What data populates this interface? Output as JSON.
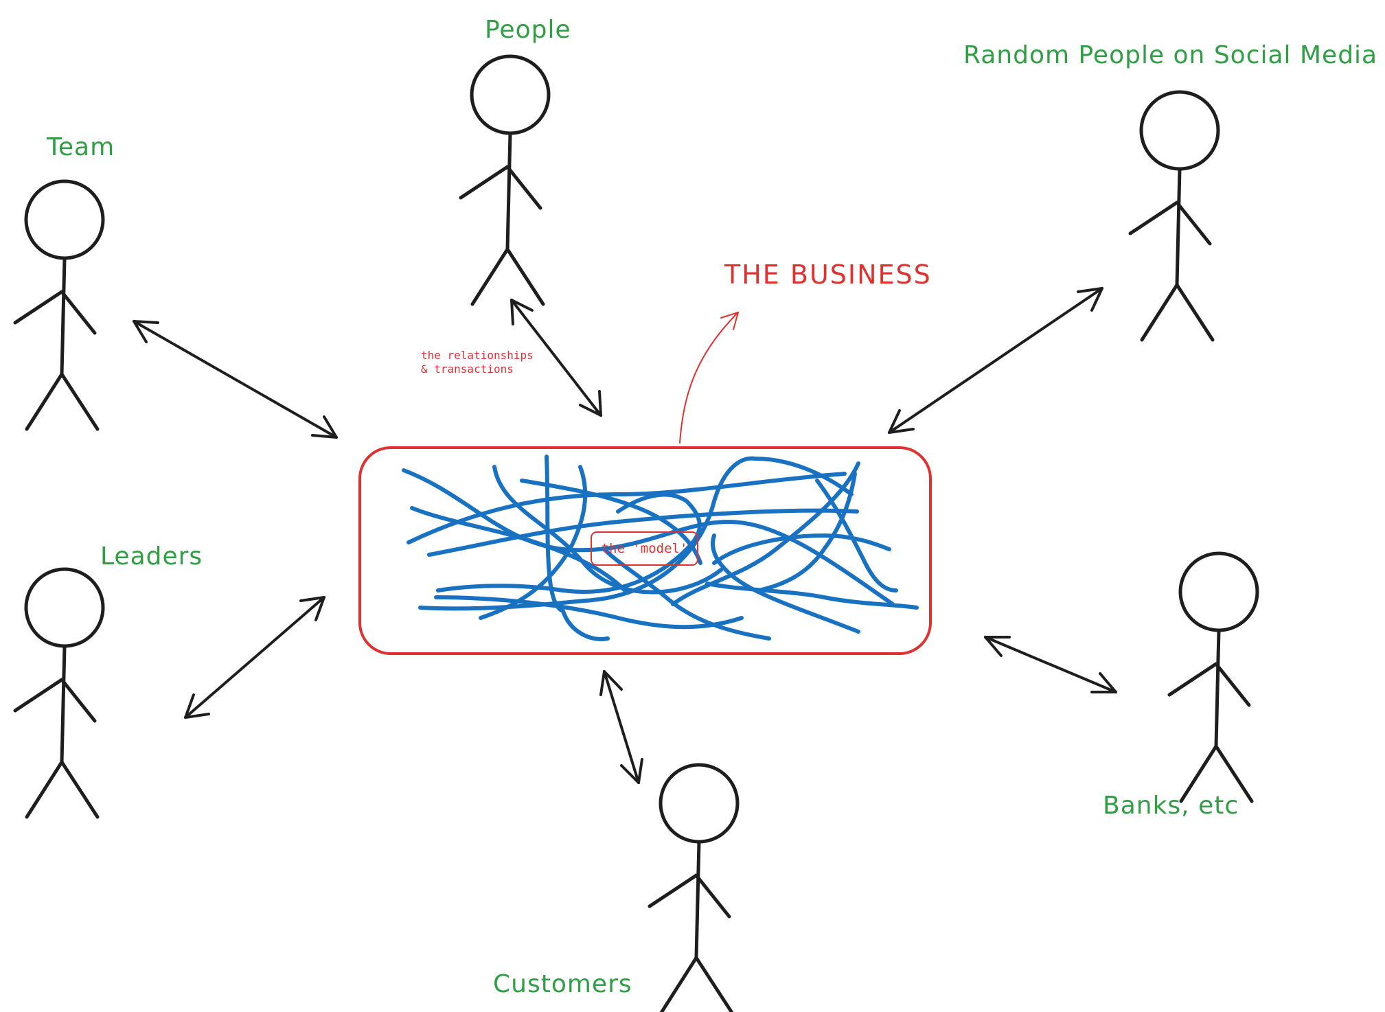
{
  "labels": {
    "people": "People",
    "team": "Team",
    "leaders": "Leaders",
    "customers": "Customers",
    "social": "Random People on Social Media",
    "banks": "Banks, etc"
  },
  "business_title": "THE BUSINESS",
  "relationships_note": [
    "the relationships",
    "& transactions"
  ],
  "model_label": "the 'model'",
  "colors": {
    "label": "#2f9e44",
    "accent": "#e03131",
    "scribble": "#1971c2",
    "ink": "#1e1e1e",
    "model_fill": "#e7f5ff"
  }
}
